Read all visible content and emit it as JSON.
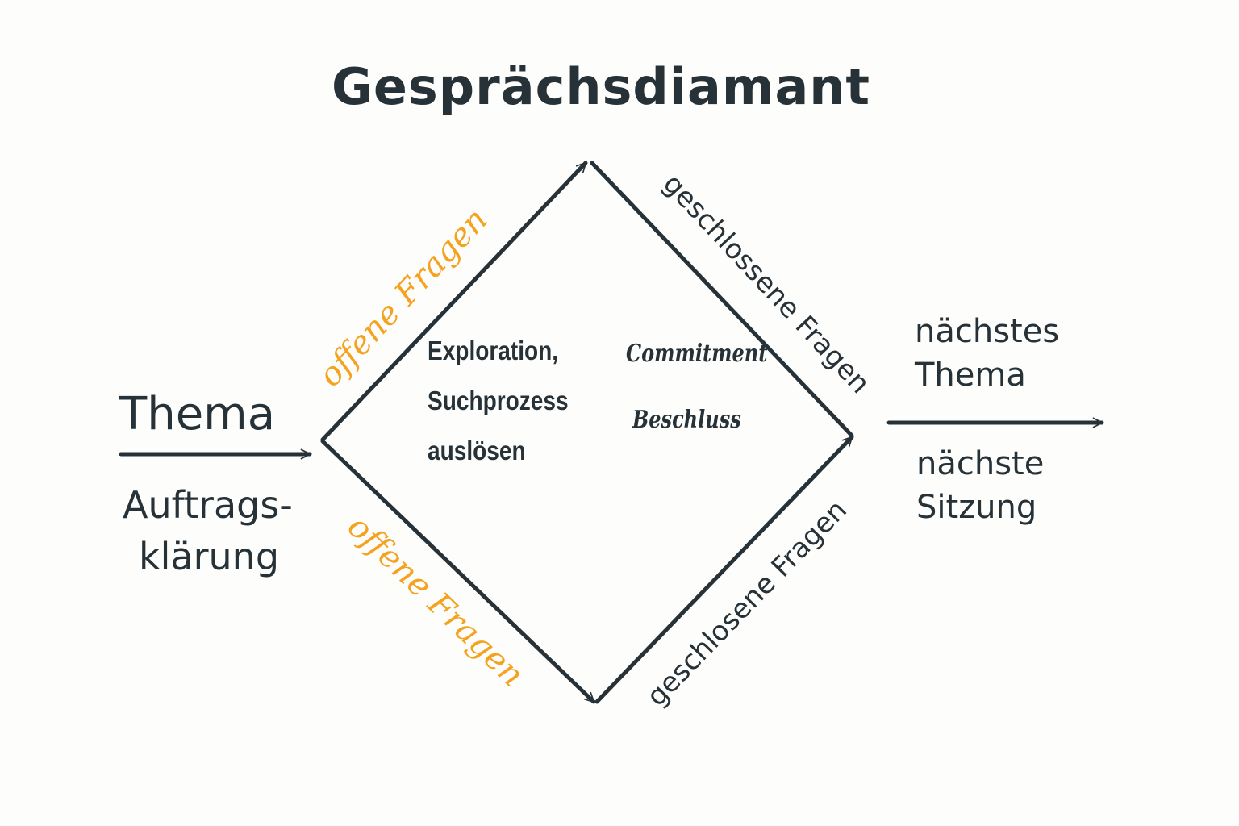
{
  "title": "Gesprächsdiamant",
  "left": {
    "top_label": "Thema",
    "bottom_label": [
      "Auftrags-",
      "klärung"
    ]
  },
  "right": {
    "top_label": [
      "nächstes",
      "Thema"
    ],
    "bottom_label": [
      "nächste",
      "Sitzung"
    ]
  },
  "center_left": [
    "Exploration,",
    "Suchprozess",
    "auslösen"
  ],
  "center_right": [
    "Commitment",
    "Beschluss"
  ],
  "edges": {
    "top_left": "offene Fragen",
    "bottom_left": "offene Fragen",
    "top_right": "geschlossene Fragen",
    "bottom_right": "geschlosene Fragen"
  },
  "colors": {
    "ink": "#263238",
    "accent": "#f5a21f"
  }
}
